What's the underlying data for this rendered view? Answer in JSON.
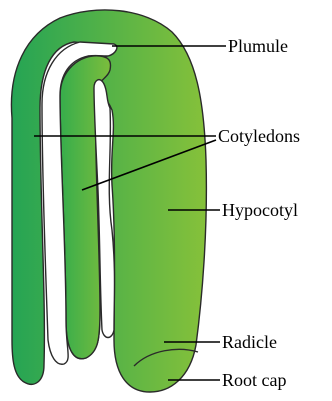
{
  "labels": {
    "plumule": "Plumule",
    "cotyledons": "Cotyledons",
    "hypocotyl": "Hypocotyl",
    "radicle": "Radicle",
    "root_cap": "Root cap"
  },
  "colors": {
    "background": "#ffffff",
    "cotyledon_green_dark": "#2aa853",
    "cotyledon_green_light": "#7fbe3a",
    "hypocotyl_green": "#78bb3c",
    "outline": "#2a2a2a",
    "leader_line": "#000000"
  }
}
